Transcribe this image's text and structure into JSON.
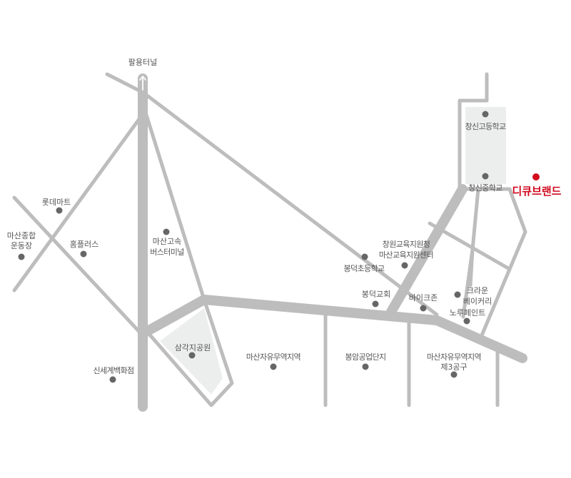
{
  "map": {
    "colors": {
      "road": "#bdbdbd",
      "area_fill": "#eceeed",
      "marker": "#666666",
      "label": "#555555",
      "target": "#d10a1e"
    },
    "labels": {
      "tunnel": "팔용터널",
      "lotte_mart": "롯데마트",
      "stadium_line1": "마산종합",
      "stadium_line2": "운동장",
      "homeplus": "홈플러스",
      "terminal_line1": "마산고속",
      "terminal_line2": "버스터미널",
      "samgak_park": "삼각지공원",
      "shinsegae": "신세계백화점",
      "free_trade_zone": "마산자유무역지역",
      "bongam_complex": "봉암공업단지",
      "free_trade_zone3_line1": "마산자유무역지역",
      "free_trade_zone3_line2": "제3공구",
      "changsin_high": "창신고등학교",
      "changsin_middle": "창신중학교",
      "target_brand": "디큐브랜드",
      "edu_office": "창원교육지원청",
      "edu_center": "마산교육지원센터",
      "bongdeok_elem": "봉덕초등학교",
      "bongdeok_church": "봉덕교회",
      "biker_zone": "바이크존",
      "crown_line1": "크라운",
      "crown_line2": "베이커리",
      "noru_paint": "노루페인트"
    }
  }
}
